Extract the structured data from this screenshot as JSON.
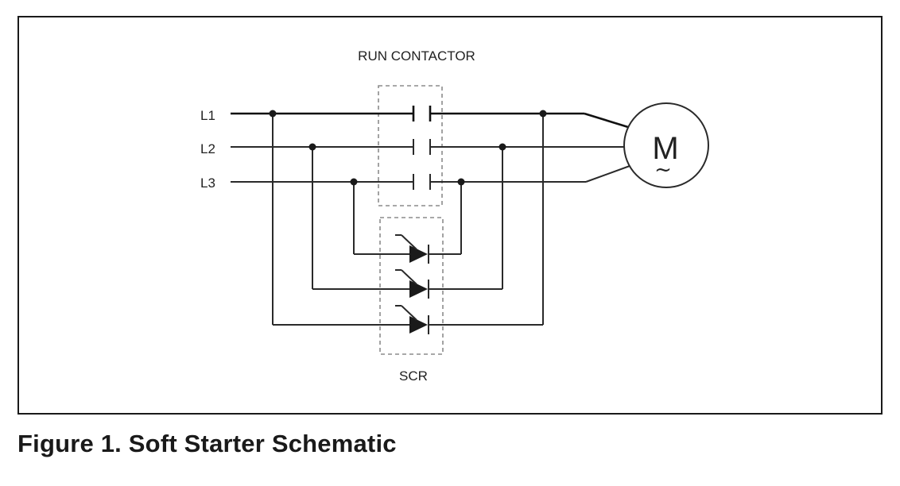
{
  "diagram": {
    "labels": {
      "run_contactor": "RUN CONTACTOR",
      "scr": "SCR",
      "line_1": "L1",
      "line_2": "L2",
      "line_3": "L3",
      "motor": "M",
      "motor_symbol": "~"
    },
    "colors": {
      "line": "#2a2a2a",
      "dashed_box": "#8c8c8c",
      "frame": "#1a1a1a"
    }
  },
  "caption": "Figure 1. Soft Starter Schematic"
}
